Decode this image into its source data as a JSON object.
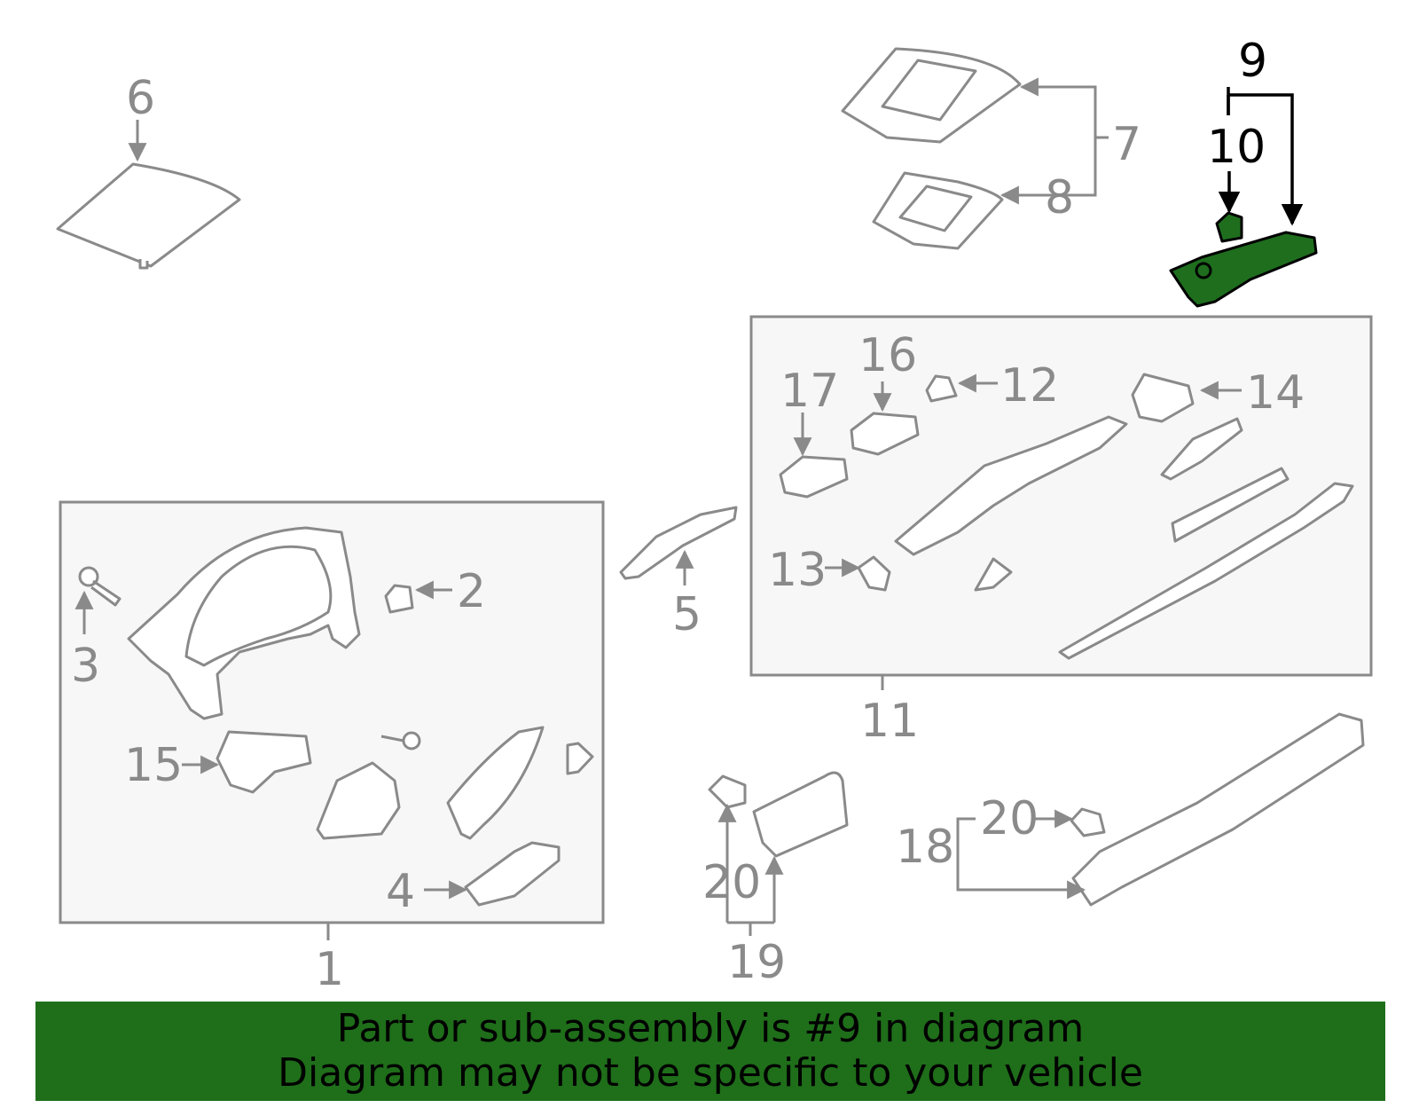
{
  "callouts": {
    "c1": "1",
    "c2": "2",
    "c3": "3",
    "c4": "4",
    "c5": "5",
    "c6": "6",
    "c7": "7",
    "c8": "8",
    "c9": "9",
    "c10": "10",
    "c11": "11",
    "c12": "12",
    "c13": "13",
    "c14": "14",
    "c15": "15",
    "c16": "16",
    "c17": "17",
    "c18": "18",
    "c19": "19",
    "c20a": "20",
    "c20b": "20"
  },
  "highlight": {
    "part_number": "9",
    "color": "#1f6e1a"
  },
  "banner": {
    "line1": "Part or sub-assembly is #9 in diagram",
    "line2": "Diagram may not be specific to your vehicle"
  }
}
